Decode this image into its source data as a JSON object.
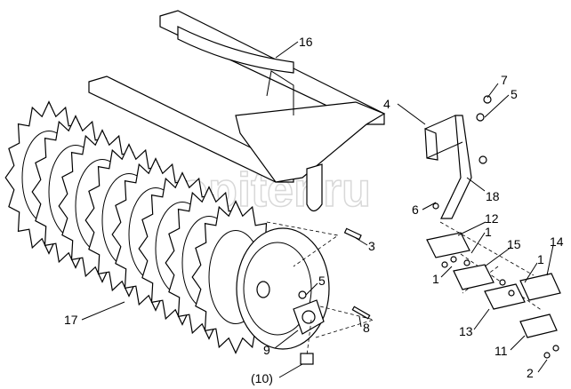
{
  "watermark": "autopiter.ru",
  "callouts": [
    {
      "id": "c16",
      "text": "16"
    },
    {
      "id": "c4",
      "text": "4"
    },
    {
      "id": "c7",
      "text": "7"
    },
    {
      "id": "c5a",
      "text": "5"
    },
    {
      "id": "c18",
      "text": "18"
    },
    {
      "id": "c6",
      "text": "6"
    },
    {
      "id": "c12",
      "text": "12"
    },
    {
      "id": "c1a",
      "text": "1"
    },
    {
      "id": "c15",
      "text": "15"
    },
    {
      "id": "c14",
      "text": "14"
    },
    {
      "id": "c1b",
      "text": "1"
    },
    {
      "id": "c1c",
      "text": "1"
    },
    {
      "id": "c3",
      "text": "3"
    },
    {
      "id": "c5b",
      "text": "5"
    },
    {
      "id": "c17",
      "text": "17"
    },
    {
      "id": "c9",
      "text": "9"
    },
    {
      "id": "c8",
      "text": "8"
    },
    {
      "id": "c13",
      "text": "13"
    },
    {
      "id": "c11",
      "text": "11"
    },
    {
      "id": "c2",
      "text": "2"
    },
    {
      "id": "c10",
      "text": "(10)"
    }
  ]
}
